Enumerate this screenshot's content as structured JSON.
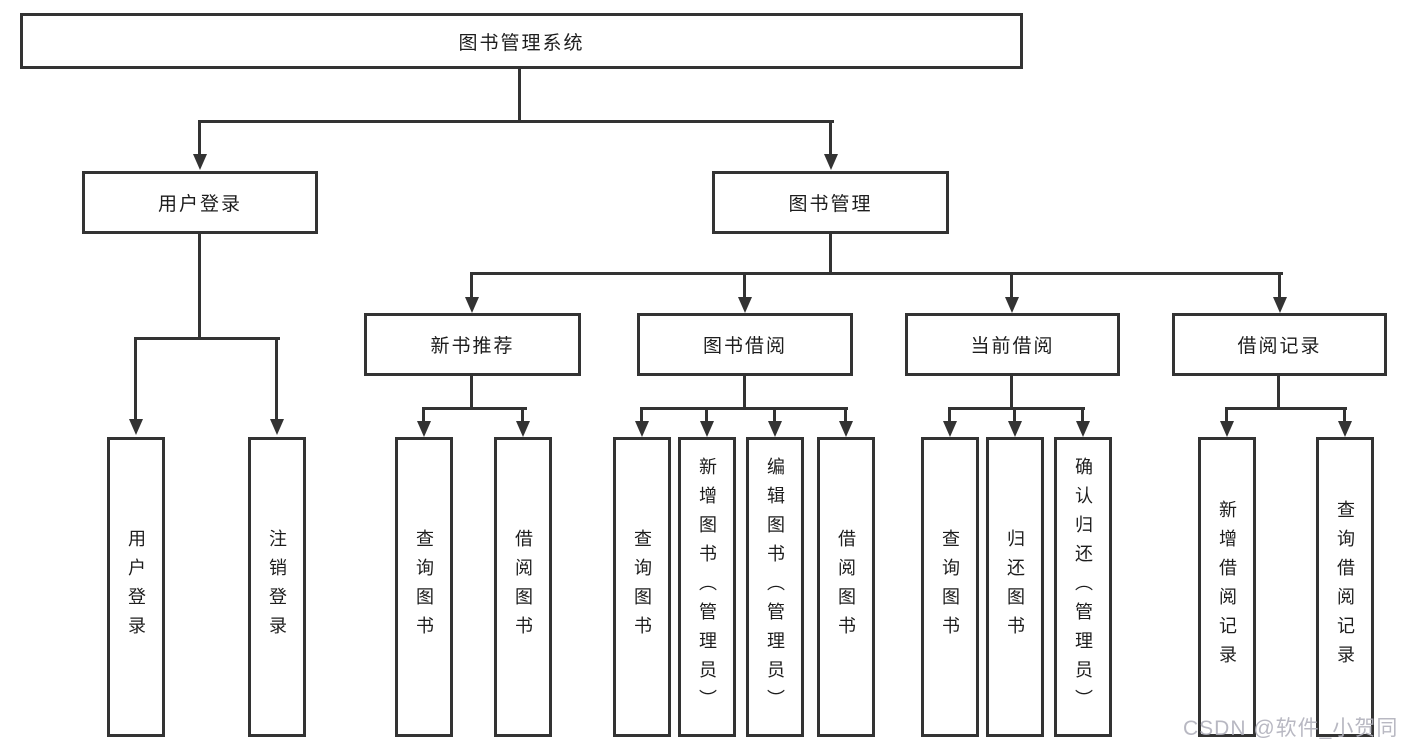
{
  "tree": {
    "root": "图书管理系统",
    "branches": [
      {
        "label": "用户登录",
        "children": [
          "用户登录",
          "注销登录"
        ]
      },
      {
        "label": "图书管理",
        "groups": [
          {
            "label": "新书推荐",
            "children": [
              "查询图书",
              "借阅图书"
            ]
          },
          {
            "label": "图书借阅",
            "children": [
              "查询图书",
              "新增图书（管理员）",
              "编辑图书（管理员）",
              "借阅图书"
            ]
          },
          {
            "label": "当前借阅",
            "children": [
              "查询图书",
              "归还图书",
              "确认归还（管理员）"
            ]
          },
          {
            "label": "借阅记录",
            "children": [
              "新增借阅记录",
              "查询借阅记录"
            ]
          }
        ]
      }
    ]
  },
  "watermark": {
    "text": "CSDN @软件_小贺同学"
  },
  "colors": {
    "line": "#333333",
    "text": "#1d1d1d",
    "watermark": "#b1b1bc",
    "background": "#ffffff"
  }
}
